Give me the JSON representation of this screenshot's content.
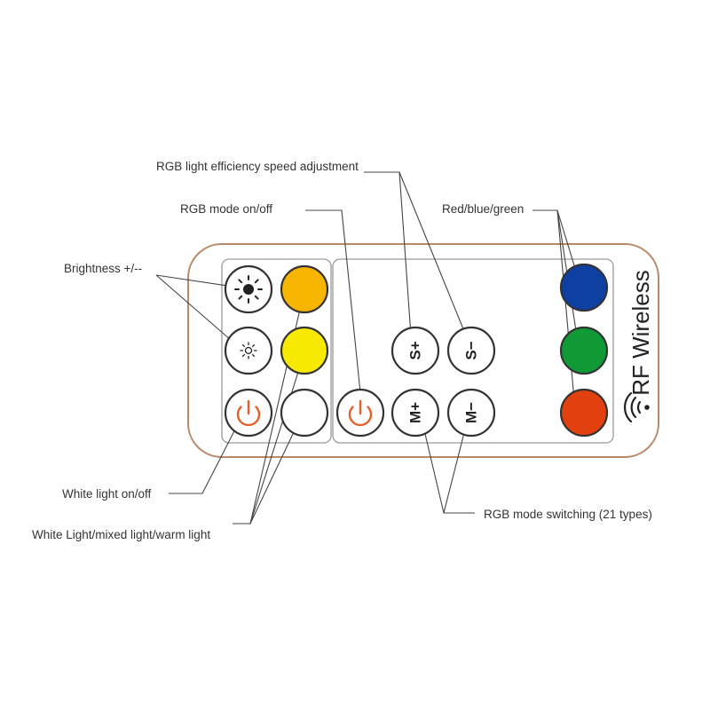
{
  "labels": {
    "speed": "RGB light efficiency speed adjustment",
    "rgb_mode": "RGB mode on/off",
    "color": "Red/blue/green",
    "brightness": "Brightness +/--",
    "white_onoff": "White light on/off",
    "white_mixed": "White Light/mixed light/warm light",
    "mode_switch": "RGB mode switching (21 types)"
  },
  "buttons": {
    "speed_up": "S+",
    "speed_down": "S−",
    "mode_up": "M+",
    "mode_down": "M−"
  },
  "brand": "RF Wireless",
  "colors": {
    "remote_outline": "#b98a6a",
    "power_icon": "#e2622a",
    "amber": "#f7b500",
    "yellow": "#f7ea00",
    "blue": "#0e3fa3",
    "green": "#0f9a35",
    "red": "#e2410f"
  },
  "icons": [
    "brightness-up-icon",
    "brightness-down-icon",
    "power-icon",
    "wireless-signal-icon"
  ]
}
